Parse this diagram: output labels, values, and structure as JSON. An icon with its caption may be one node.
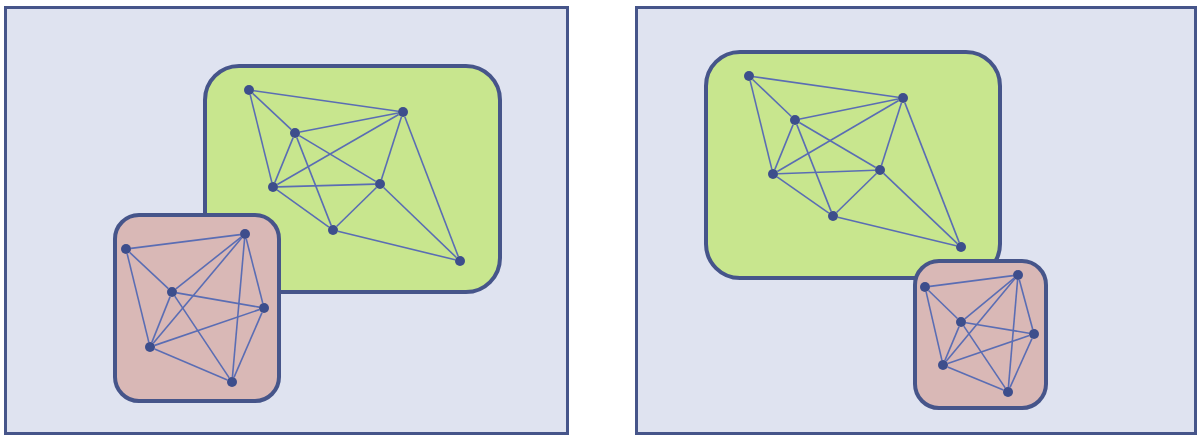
{
  "diagram": {
    "nodes": [
      {
        "text": [],
        "shape": "box"
      },
      {
        "text": [],
        "shape": "box",
        "in": 0
      },
      {
        "text": [],
        "shape": "box",
        "in": 0
      },
      {
        "text": [],
        "shape": "circle",
        "in": 1
      },
      {
        "text": [],
        "shape": "circle",
        "in": 1
      },
      {
        "text": [],
        "shape": "circle",
        "in": 1
      },
      {
        "text": [],
        "shape": "circle",
        "in": 1
      },
      {
        "text": [],
        "shape": "circle",
        "in": 1
      },
      {
        "text": [],
        "shape": "circle",
        "in": 1
      },
      {
        "text": [],
        "shape": "circle",
        "in": 1
      },
      {
        "text": [],
        "shape": "circle",
        "in": 2
      },
      {
        "text": [],
        "shape": "circle"
      },
      {
        "text": [],
        "shape": "circle",
        "in": 2
      },
      {
        "text": [],
        "shape": "circle",
        "in": 2
      },
      {
        "text": [],
        "shape": "circle",
        "in": 2
      },
      {
        "text": [],
        "shape": "circle",
        "in": 2
      },
      {
        "text": [],
        "shape": "box"
      },
      {
        "text": [],
        "shape": "box",
        "in": 16
      },
      {
        "text": [],
        "shape": "box",
        "in": 16
      },
      {
        "text": [],
        "shape": "circle",
        "in": 17
      },
      {
        "text": [],
        "shape": "circle",
        "in": 17
      },
      {
        "text": [],
        "shape": "circle",
        "in": 17
      },
      {
        "text": [],
        "shape": "circle",
        "in": 17
      },
      {
        "text": [],
        "shape": "circle",
        "in": 17
      },
      {
        "text": [],
        "shape": "circle",
        "in": 17
      },
      {
        "text": [],
        "shape": "circle",
        "in": 17
      },
      {
        "text": [],
        "shape": "circle",
        "in": 18
      },
      {
        "text": [],
        "shape": "circle",
        "in": 18
      },
      {
        "text": [],
        "shape": "circle",
        "in": 18
      },
      {
        "text": [],
        "shape": "circle",
        "in": 18
      },
      {
        "text": [],
        "shape": "circle",
        "in": 18
      },
      {
        "text": [],
        "shape": "circle",
        "in": 18
      }
    ],
    "edges": [
      {
        "from": 3,
        "to": 4,
        "arrow": "none"
      },
      {
        "from": 3,
        "to": 5,
        "arrow": "none"
      },
      {
        "from": 3,
        "to": 6,
        "arrow": "none"
      },
      {
        "from": 5,
        "to": 4,
        "arrow": "none"
      },
      {
        "from": 5,
        "to": 6,
        "arrow": "none"
      },
      {
        "from": 5,
        "to": 7,
        "arrow": "none"
      },
      {
        "from": 5,
        "to": 8,
        "arrow": "none"
      },
      {
        "from": 4,
        "to": 6,
        "arrow": "none"
      },
      {
        "from": 4,
        "to": 7,
        "arrow": "none"
      },
      {
        "from": 4,
        "to": 9,
        "arrow": "none"
      },
      {
        "from": 6,
        "to": 7,
        "arrow": "none"
      },
      {
        "from": 6,
        "to": 8,
        "arrow": "none"
      },
      {
        "from": 7,
        "to": 8,
        "arrow": "none"
      },
      {
        "from": 7,
        "to": 9,
        "arrow": "none"
      },
      {
        "from": 8,
        "to": 9,
        "arrow": "none"
      },
      {
        "from": 10,
        "to": 11,
        "arrow": "none"
      },
      {
        "from": 10,
        "to": 12,
        "arrow": "none"
      },
      {
        "from": 10,
        "to": 14,
        "arrow": "none"
      },
      {
        "from": 11,
        "to": 12,
        "arrow": "none"
      },
      {
        "from": 11,
        "to": 14,
        "arrow": "none"
      },
      {
        "from": 11,
        "to": 13,
        "arrow": "none"
      },
      {
        "from": 11,
        "to": 15,
        "arrow": "none"
      },
      {
        "from": 12,
        "to": 13,
        "arrow": "none"
      },
      {
        "from": 12,
        "to": 14,
        "arrow": "none"
      },
      {
        "from": 12,
        "to": 15,
        "arrow": "none"
      },
      {
        "from": 14,
        "to": 13,
        "arrow": "none"
      },
      {
        "from": 14,
        "to": 15,
        "arrow": "none"
      },
      {
        "from": 13,
        "to": 15,
        "arrow": "none"
      },
      {
        "from": 19,
        "to": 20,
        "arrow": "none"
      },
      {
        "from": 19,
        "to": 21,
        "arrow": "none"
      },
      {
        "from": 19,
        "to": 22,
        "arrow": "none"
      },
      {
        "from": 21,
        "to": 20,
        "arrow": "none"
      },
      {
        "from": 21,
        "to": 22,
        "arrow": "none"
      },
      {
        "from": 21,
        "to": 23,
        "arrow": "none"
      },
      {
        "from": 21,
        "to": 24,
        "arrow": "none"
      },
      {
        "from": 20,
        "to": 22,
        "arrow": "none"
      },
      {
        "from": 20,
        "to": 23,
        "arrow": "none"
      },
      {
        "from": 20,
        "to": 25,
        "arrow": "none"
      },
      {
        "from": 22,
        "to": 23,
        "arrow": "none"
      },
      {
        "from": 22,
        "to": 24,
        "arrow": "none"
      },
      {
        "from": 23,
        "to": 24,
        "arrow": "none"
      },
      {
        "from": 23,
        "to": 25,
        "arrow": "none"
      },
      {
        "from": 24,
        "to": 25,
        "arrow": "none"
      },
      {
        "from": 26,
        "to": 27,
        "arrow": "none"
      },
      {
        "from": 26,
        "to": 28,
        "arrow": "none"
      },
      {
        "from": 26,
        "to": 30,
        "arrow": "none"
      },
      {
        "from": 27,
        "to": 28,
        "arrow": "none"
      },
      {
        "from": 27,
        "to": 30,
        "arrow": "none"
      },
      {
        "from": 27,
        "to": 29,
        "arrow": "none"
      },
      {
        "from": 27,
        "to": 31,
        "arrow": "none"
      },
      {
        "from": 28,
        "to": 29,
        "arrow": "none"
      },
      {
        "from": 28,
        "to": 30,
        "arrow": "none"
      },
      {
        "from": 28,
        "to": 31,
        "arrow": "none"
      },
      {
        "from": 30,
        "to": 29,
        "arrow": "none"
      },
      {
        "from": 30,
        "to": 31,
        "arrow": "none"
      },
      {
        "from": 29,
        "to": 31,
        "arrow": "none"
      }
    ]
  }
}
